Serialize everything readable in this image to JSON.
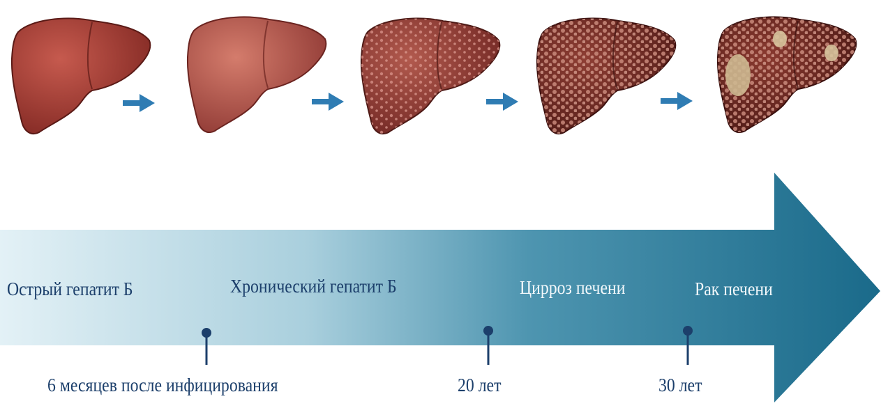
{
  "stages": [
    {
      "label": "Острый гепатит Б"
    },
    {
      "label": "Хронический гепатит Б"
    },
    {
      "label": "Цирроз печени"
    },
    {
      "label": "Рак печени"
    }
  ],
  "milestones": [
    {
      "label": "6 месяцев после инфицирования"
    },
    {
      "label": "20 лет"
    },
    {
      "label": "30 лет"
    }
  ],
  "liver_stages": [
    {
      "name": "healthy-liver"
    },
    {
      "name": "inflamed-liver"
    },
    {
      "name": "fibrotic-liver"
    },
    {
      "name": "cirrhotic-liver"
    },
    {
      "name": "cancerous-liver"
    }
  ],
  "colors": {
    "arrow_start": "#e3f1f6",
    "arrow_end": "#1f6f8f",
    "small_arrow": "#2f7cb3",
    "text_dark": "#1c3f6b",
    "text_light": "#f2f8fb",
    "liver_base": "#8f2e2a"
  }
}
